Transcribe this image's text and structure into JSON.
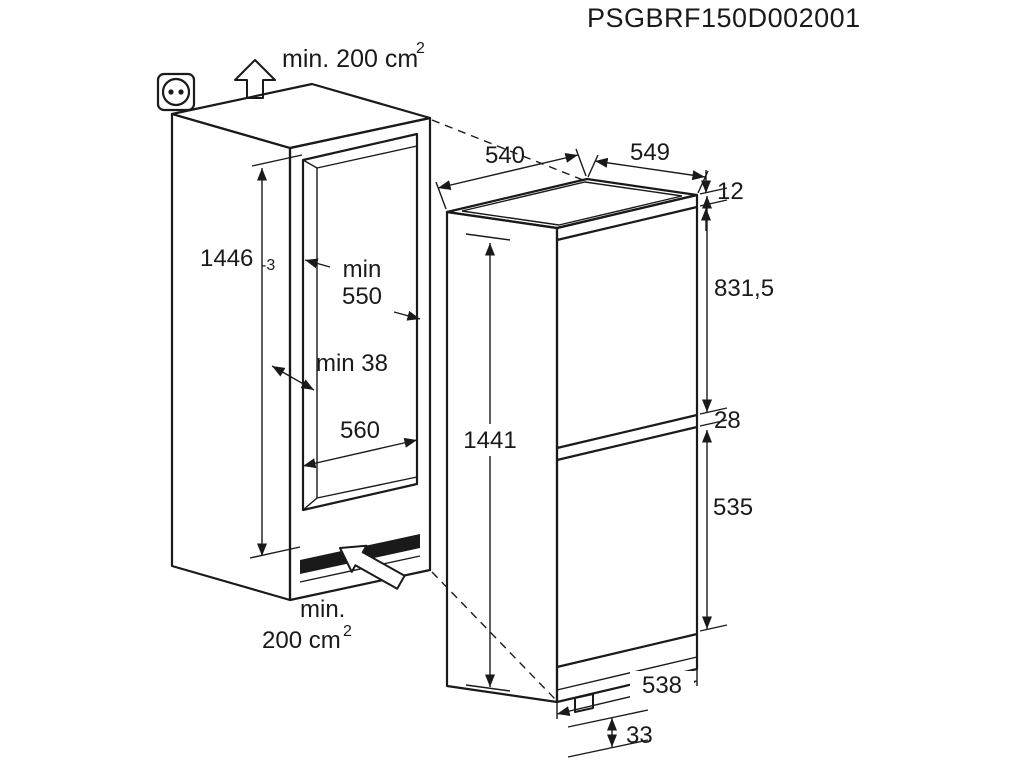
{
  "title": "PSGBRF150D002001",
  "colors": {
    "line": "#1a1a1a",
    "background": "#ffffff"
  },
  "icons": {
    "socket": "power-socket-icon",
    "airflow_top": "airflow-up-arrow-icon",
    "airflow_bottom": "airflow-inlet-arrow-icon"
  },
  "top_clearance": {
    "prefix": "min. 200 cm",
    "sup": "2"
  },
  "bottom_clearance": {
    "line1": "min.",
    "line2_prefix": "200 cm",
    "sup": "2"
  },
  "niche": {
    "height": "1446",
    "height_tolerance": "-3",
    "min_depth_word": "min",
    "min_depth_value": "550",
    "min_wall_clearance": "min 38",
    "width": "560"
  },
  "appliance": {
    "top_width": "540",
    "top_depth": "549",
    "top_gap": "12",
    "upper_door_height": "831,5",
    "door_gap": "28",
    "lower_door_height": "535",
    "total_height": "1441",
    "bottom_width": "538",
    "plinth_height": "33"
  }
}
